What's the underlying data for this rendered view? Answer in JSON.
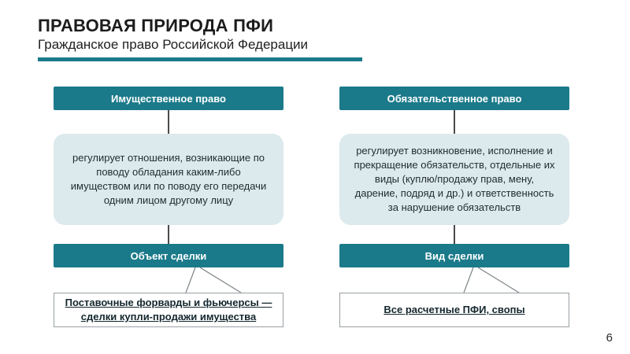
{
  "page": {
    "title": "ПРАВОВАЯ ПРИРОДА ПФИ",
    "subtitle": "Гражданское право Российской Федерации",
    "page_number": "6"
  },
  "colors": {
    "accent_teal": "#1b7a8a",
    "body_box_fill": "#dce9ed"
  },
  "columns": [
    {
      "header": "Имущественное право",
      "body": "регулирует отношения, возникающие по поводу обладания каким-либо имуществом или по поводу его передачи одним лицом другому лицу",
      "footer": "Объект сделки",
      "callout": "Поставочные форварды и фьючерсы — сделки купли-продажи имущества"
    },
    {
      "header": "Обязательственное право",
      "body": "регулирует возникновение, исполнение и прекращение обязательств, отдельные их виды (куплю/продажу прав, мену, дарение, подряд и др.) и ответственность за нарушение обязательств",
      "footer": "Вид сделки",
      "callout": "Все расчетные ПФИ, свопы"
    }
  ]
}
